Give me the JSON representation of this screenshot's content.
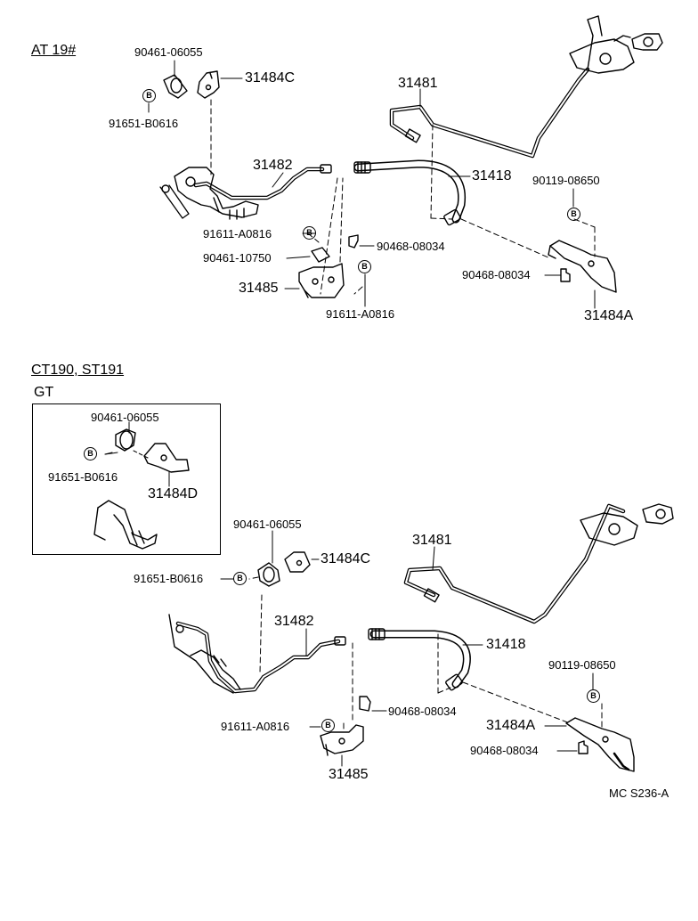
{
  "sections": {
    "top_header": "AT 19#",
    "bottom_header": "CT190, ST191",
    "gt_label": "GT"
  },
  "badge_letter": "B",
  "top_parts": {
    "p90461_06055": "90461-06055",
    "p31484C": "31484C",
    "p91651_B0616": "91651-B0616",
    "p31481": "31481",
    "p31482": "31482",
    "p31418": "31418",
    "p90119_08650": "90119-08650",
    "p91611_A0816_a": "91611-A0816",
    "p90468_08034_a": "90468-08034",
    "p90461_10750": "90461-10750",
    "p90468_08034_b": "90468-08034",
    "p31485": "31485",
    "p91611_A0816_b": "91611-A0816",
    "p31484A": "31484A"
  },
  "gt_parts": {
    "p90461_06055": "90461-06055",
    "p91651_B0616": "91651-B0616",
    "p31484D": "31484D"
  },
  "bottom_parts": {
    "p90461_06055": "90461-06055",
    "p31484C": "31484C",
    "p91651_B0616": "91651-B0616",
    "p31481": "31481",
    "p31482": "31482",
    "p31418": "31418",
    "p90119_08650": "90119-08650",
    "p31484A": "31484A",
    "p91611_A0816": "91611-A0816",
    "p90468_08034_a": "90468-08034",
    "p90468_08034_b": "90468-08034",
    "p31485": "31485"
  },
  "diagram_code": "MC S236-A"
}
